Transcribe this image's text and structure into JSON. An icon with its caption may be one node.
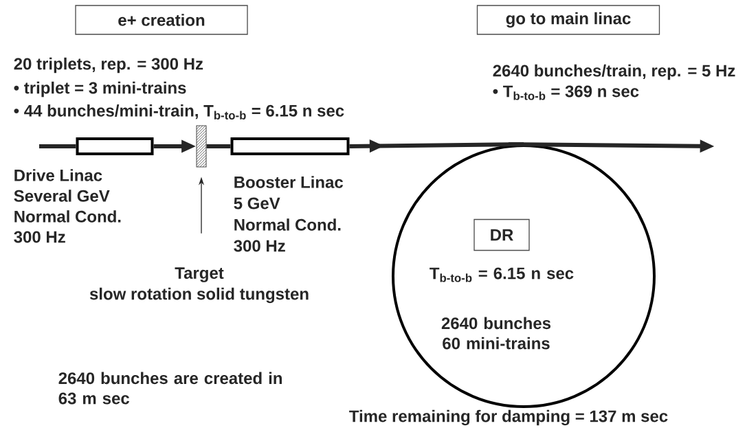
{
  "diagram": {
    "nodes": [
      {
        "text": [
          "e+ creation"
        ]
      },
      {
        "text": [
          "go to main linac"
        ]
      },
      {
        "text": [],
        "shape": "box",
        "beside": [
          "Drive Linac",
          "Several GeV",
          "Normal Cond.",
          "300 Hz"
        ]
      },
      {
        "text": [],
        "shape": "bar"
      },
      {
        "text": [],
        "shape": "box",
        "beside": [
          "Booster Linac",
          "5 GeV",
          "Normal Cond.",
          "300 Hz"
        ]
      },
      {
        "text": [
          "T$_{b-to-b}$ = 6.15 n sec",
          "2640 bunches 60 mini-trains"
        ],
        "beside": [
          "Time remaining for damping = 137 m sec"
        ]
      },
      {
        "text": [
          "DR"
        ],
        "in": 5
      },
      {
        "text": [
          "Target",
          "slow rotation solid tungsten"
        ]
      }
    ],
    "edges": [
      {
        "from": null,
        "to": 2,
        "arrow": "none"
      },
      {
        "from": 2,
        "to": 3,
        "arrow": "to"
      },
      {
        "from": 3,
        "to": 4,
        "arrow": "none"
      },
      {
        "from": 4,
        "to": 5,
        "arrow": "to"
      },
      {
        "from": 5,
        "to": null,
        "arrow": "to"
      },
      {
        "from": 7,
        "to": 3,
        "arrow": "to"
      }
    ],
    "labels": [
      "20 triplets,  rep. = 300 Hz",
      "• triplet = 3 mini-trains",
      "• 44 bunches/mini-train, T$_{b-to-b}$ = 6.15 n sec",
      "2640 bunches/train,  rep. = 5 Hz",
      "• T$_{b-to-b}$ = 369 n sec",
      "2640 bunches are created in 63 m sec"
    ]
  }
}
